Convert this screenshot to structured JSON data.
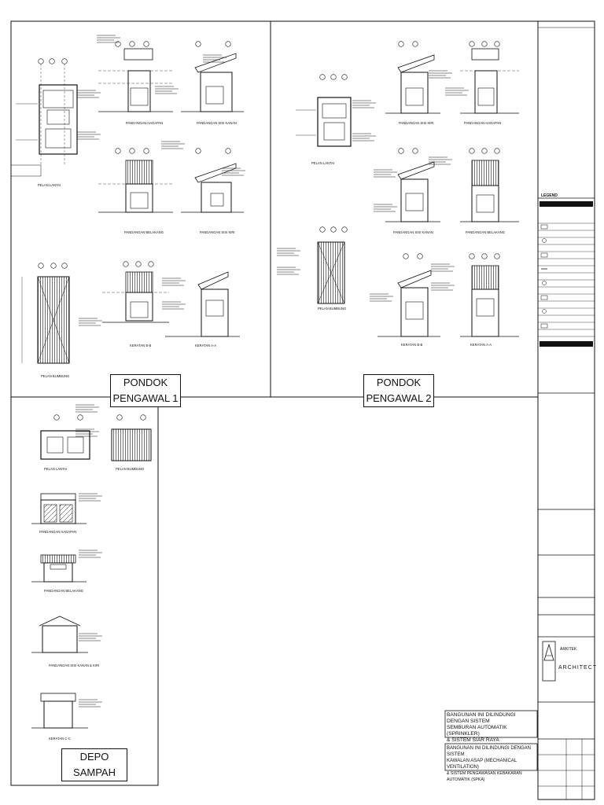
{
  "panels": {
    "pondok1": "PONDOK PENGAWAL 1",
    "pondok2": "PONDOK PENGAWAL 2",
    "depo": "DEPO SAMPAH"
  },
  "views": {
    "p1_pelan_lantai": "PELAN LANTAI",
    "p1_hadapan": "PANDANGAN HADAPAN",
    "p1_sisi_kanan": "PANDANGAN SISI KANAN",
    "p1_belakang": "PANDANGAN BELAKANG",
    "p1_sisi_kiri": "PANDANGAN SISI KIRI",
    "p1_pelan_bumbung": "PELAN BUMBUNG",
    "p1_keratan_bb": "KERATAN B-B",
    "p1_keratan_aa": "KERATAN A-A",
    "p2_pelan_lantai": "PELAN LANTAI",
    "p2_sisi_kiri": "PANDANGAN SISI KIRI",
    "p2_hadapan": "PANDANGAN HADAPAN",
    "p2_sisi_kanan": "PANDANGAN SISI KANAN",
    "p2_belakang": "PANDANGAN BELAKANG",
    "p2_pelan_bumbung": "PELAN BUMBUNG",
    "p2_keratan_bb": "KERATAN B-B",
    "p2_keratan_aa": "KERATAN A-A",
    "d_pelan_lantai": "PELAN LANTAI",
    "d_pelan_bumbung": "PELAN BUMBUNG",
    "d_hadapan": "PANDANGAN HADAPAN",
    "d_belakang": "PANDANGAN BELAKANG",
    "d_sisi": "PANDANGAN SISI KANAN & KIRI",
    "d_keratan_cc": "KERATAN C-C"
  },
  "notices": {
    "sprinkler_line1": "BANGUNAN INI DILINDUNGI DENGAN SISTEM",
    "sprinkler_line2": "SEMBURAN AUTOMATIK (SPRINKLER)",
    "sprinkler_line3": "& SISTEM SIAR RAYA",
    "ventilation_line1": "BANGUNAN INI DILINDUNGI DENGAN SISTEM",
    "ventilation_line2": "KAWALAN ASAP (MECHANICAL VENTILATION)",
    "ventilation_line3": "& SISTEM PENGAWASAN KEBAKARAN AUTOMATIK (SPKA)"
  },
  "title_block": {
    "legend_heading": "LEGEND",
    "firm_name_small": "ARKITEK",
    "firm_name_large": "ARCHITECT"
  },
  "colors": {
    "line": "#111111",
    "paper": "#ffffff"
  }
}
